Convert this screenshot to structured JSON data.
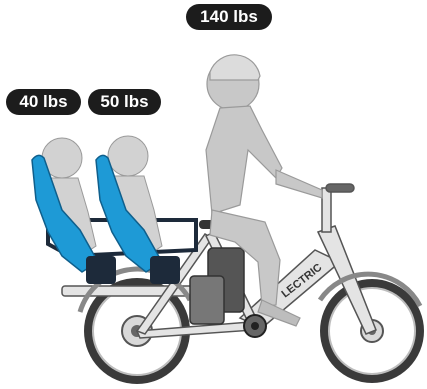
{
  "labels": {
    "rider_weight": "140 lbs",
    "child_one_weight": "40 lbs",
    "child_two_weight": "50 lbs"
  },
  "bike": {
    "brand_text": "LECTRIC"
  },
  "colors": {
    "badge_bg": "#1c1c1c",
    "badge_text": "#ffffff",
    "seat_blue": "#1e9ad6",
    "tire_dark": "#3a3a3a",
    "frame_light": "#e4e4e4",
    "person_gray": "#c8c8c8"
  }
}
